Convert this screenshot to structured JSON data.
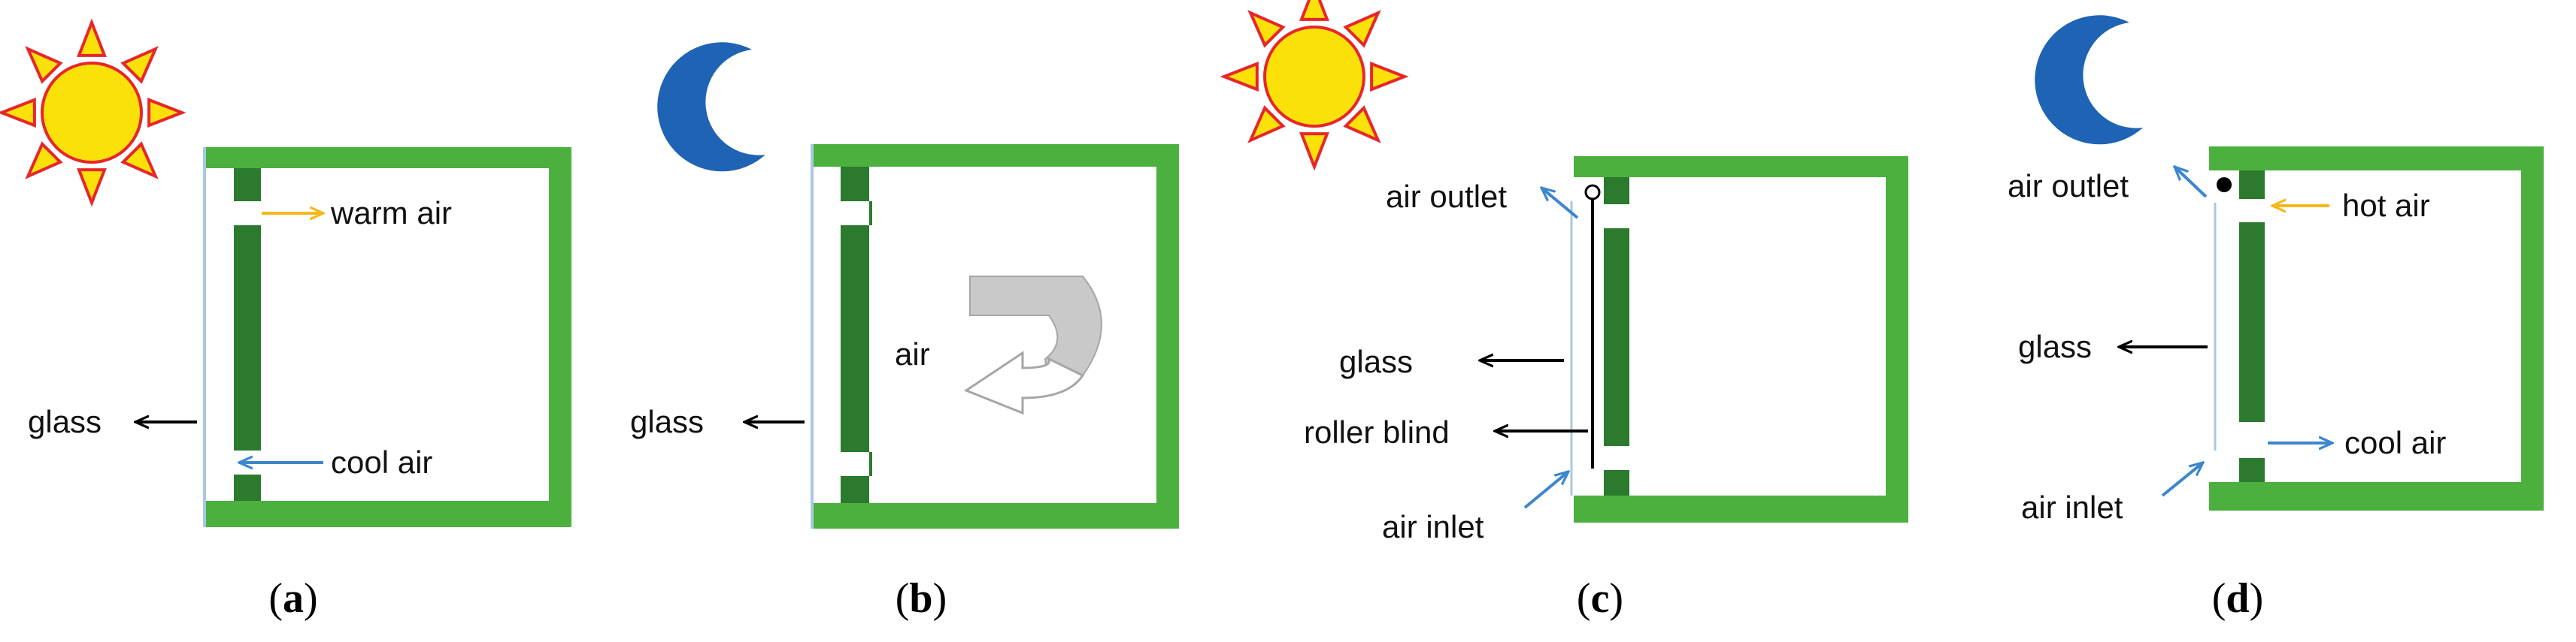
{
  "colors": {
    "frame": "#4bb03e",
    "wall": "#2b7a2e",
    "glass": "#aac7e3",
    "warm_arrow": "#f5b81c",
    "cool_arrow": "#3b86cf",
    "black_arrow": "#000000",
    "sun": "#fbe10a",
    "sun_outline": "#e8262a",
    "moon": "#1f63b5",
    "airflow": "#c9c9c9"
  },
  "icons": [
    "sun-icon",
    "moon-icon"
  ],
  "panels": {
    "a": {
      "caption_label": "a",
      "glass": "glass",
      "warm_air": "warm air",
      "cool_air": "cool air"
    },
    "b": {
      "caption_label": "b",
      "glass": "glass",
      "air": "air"
    },
    "c": {
      "caption_label": "c",
      "air_outlet": "air outlet",
      "glass": "glass",
      "roller_blind": "roller blind",
      "air_inlet": "air inlet"
    },
    "d": {
      "caption_label": "d",
      "air_outlet": "air outlet",
      "hot_air": "hot air",
      "glass": "glass",
      "cool_air": "cool air",
      "air_inlet": "air inlet"
    }
  }
}
